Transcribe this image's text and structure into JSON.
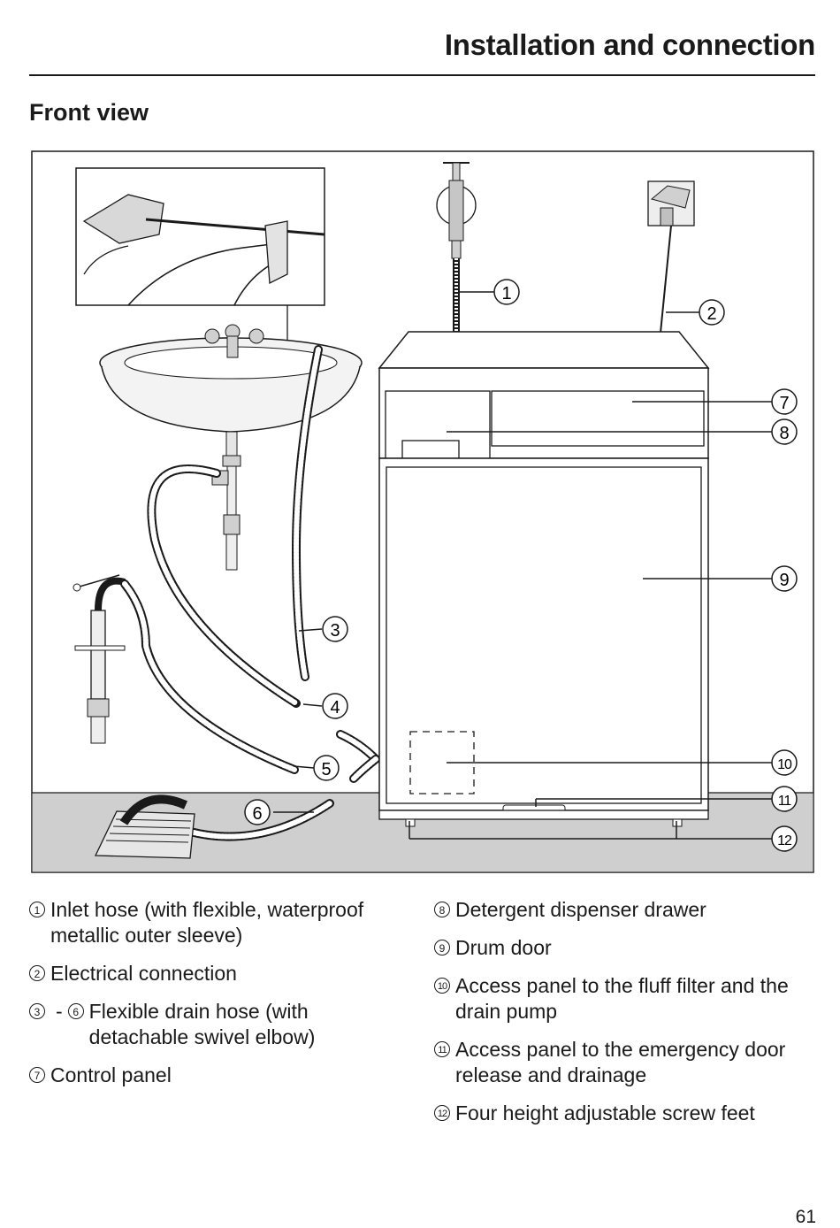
{
  "header": {
    "title": "Installation and connection"
  },
  "section": {
    "title": "Front view"
  },
  "callouts": [
    "1",
    "2",
    "3",
    "4",
    "5",
    "6",
    "7",
    "8",
    "9",
    "10",
    "11",
    "12"
  ],
  "legend": {
    "left": [
      {
        "num": "1",
        "text": "Inlet hose (with flexible, waterproof metallic outer sleeve)"
      },
      {
        "num": "2",
        "text": "Electrical connection"
      },
      {
        "num": "3",
        "num_end": "6",
        "separator": "-",
        "text": "Flexible drain hose (with detachable swivel elbow)"
      },
      {
        "num": "7",
        "text": "Control panel"
      }
    ],
    "right": [
      {
        "num": "8",
        "text": "Detergent dispenser drawer"
      },
      {
        "num": "9",
        "text": "Drum door"
      },
      {
        "num": "10",
        "text": "Access panel to the fluff filter and the drain pump"
      },
      {
        "num": "11",
        "text": "Access panel to the emergency door release and drainage"
      },
      {
        "num": "12",
        "text": "Four height adjustable screw feet"
      }
    ]
  },
  "page": {
    "number": "61"
  }
}
